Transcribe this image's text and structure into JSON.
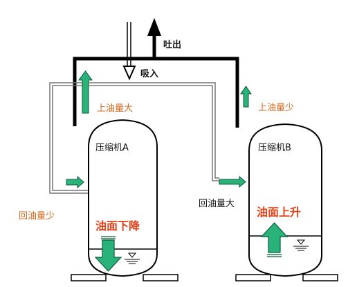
{
  "labels": {
    "discharge": "吐出",
    "suction": "吸入",
    "oil_up_a": "上油量大",
    "oil_up_b": "上油量少",
    "compressor_a": "压缩机A",
    "compressor_b": "压缩机B",
    "return_a": "回油量少",
    "return_b": "回油量大",
    "level_down": "油面下降",
    "level_up": "油面上升"
  },
  "colors": {
    "line": "#000000",
    "pipe": "#888888",
    "arrow_fill": "#2ab27b",
    "arrow_edge": "#0c5a3a",
    "text_orange": "#d2691e",
    "text_red": "#e0421a",
    "text_dark": "#111111"
  }
}
